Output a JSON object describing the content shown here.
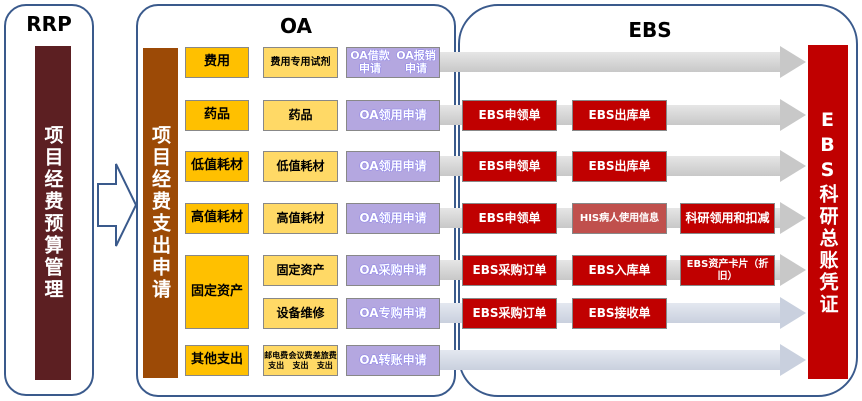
{
  "rrp": {
    "title": "RRP",
    "column": "项目经费预算管理"
  },
  "oa": {
    "title": "OA",
    "column": "项目经费支出申请",
    "rows": [
      {
        "category": "费用",
        "sub": [
          "费用",
          "专用试剂"
        ],
        "request": [
          "OA借款申请",
          "OA报销申请"
        ],
        "arrow": "gray",
        "ebs": []
      },
      {
        "category": "药品",
        "sub": [
          "药品"
        ],
        "request": [
          "OA领用申请"
        ],
        "arrow": "gray",
        "ebs": [
          "EBS申领单",
          "EBS出库单"
        ]
      },
      {
        "category": "低值耗材",
        "sub": [
          "低值耗材"
        ],
        "request": [
          "OA领用申请"
        ],
        "arrow": "gray",
        "ebs": [
          "EBS申领单",
          "EBS出库单"
        ]
      },
      {
        "category": "高值耗材",
        "sub": [
          "高值耗材"
        ],
        "request": [
          "OA领用申请"
        ],
        "arrow": "gray",
        "ebs": [
          "EBS申领单",
          "HIS病人使用信息",
          "科研领用和扣减"
        ]
      },
      {
        "category": "固定资产",
        "sub": [
          "固定资产"
        ],
        "request": [
          "OA采购申请"
        ],
        "arrow": "gray",
        "ebs": [
          "EBS采购订单",
          "EBS入库单",
          "EBS资产卡片（折旧）"
        ]
      },
      {
        "category": "",
        "sub": [
          "设备维修"
        ],
        "request": [
          "OA专购申请"
        ],
        "arrow": "blue",
        "ebs": [
          "EBS采购订单",
          "EBS接收单"
        ]
      },
      {
        "category": "其他支出",
        "sub": [
          "邮电费支出",
          "会议费支出",
          "差旅费支出"
        ],
        "request": [
          "OA转账申请"
        ],
        "arrow": "blue",
        "ebs": []
      }
    ]
  },
  "ebs": {
    "title": "EBS",
    "column": "EBS科研总账凭证"
  },
  "colors": {
    "rrp": "#5c1f22",
    "oa_col": "#9c4a06",
    "ebs_col": "#c00000",
    "his": "#c0504d"
  }
}
